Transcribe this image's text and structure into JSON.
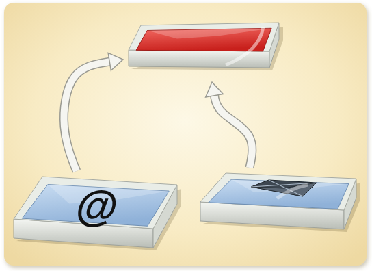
{
  "diagram": {
    "nodes": [
      {
        "text": []
      },
      {
        "text": [
          "@"
        ]
      },
      {
        "text": []
      }
    ],
    "edges": [
      {
        "from": 1,
        "to": 0,
        "arrow": "to"
      },
      {
        "from": 2,
        "to": 0,
        "arrow": "to"
      }
    ]
  }
}
